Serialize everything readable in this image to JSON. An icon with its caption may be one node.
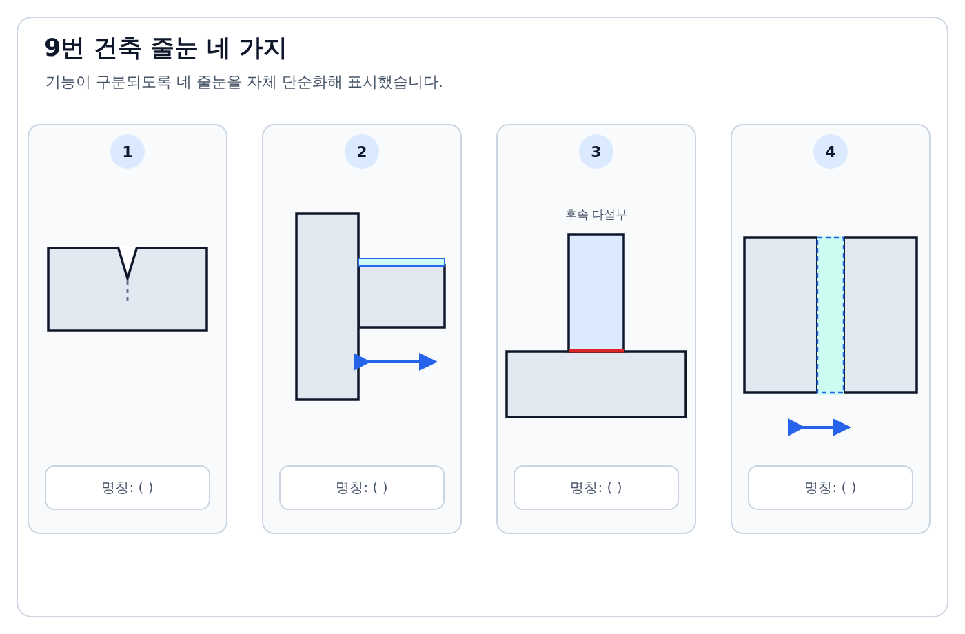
{
  "diagram": {
    "title": "9번 건축 줄눈 네 가지",
    "caption": "기능이 구분되도록 네 줄눈을 자체 단순화해 표시했습니다.",
    "nodes": [
      {
        "text": [],
        "shape": "box"
      },
      {
        "text": [
          "1"
        ],
        "in": 0
      },
      {
        "text": [
          "명칭: ( )"
        ],
        "in": 0
      },
      {
        "text": [],
        "shape": "box"
      },
      {
        "text": [
          "2"
        ],
        "in": 3
      },
      {
        "text": [
          "명칭: ( )"
        ],
        "in": 3
      },
      {
        "text": [],
        "shape": "box"
      },
      {
        "text": [
          "3"
        ],
        "in": 6
      },
      {
        "text": [
          "명칭: ( )"
        ],
        "in": 6
      },
      {
        "text": [],
        "shape": "box"
      },
      {
        "text": [
          "4"
        ],
        "in": 9
      },
      {
        "text": [
          "명칭: ( )"
        ],
        "in": 9
      }
    ],
    "labels": [
      "후속 타설부"
    ]
  }
}
